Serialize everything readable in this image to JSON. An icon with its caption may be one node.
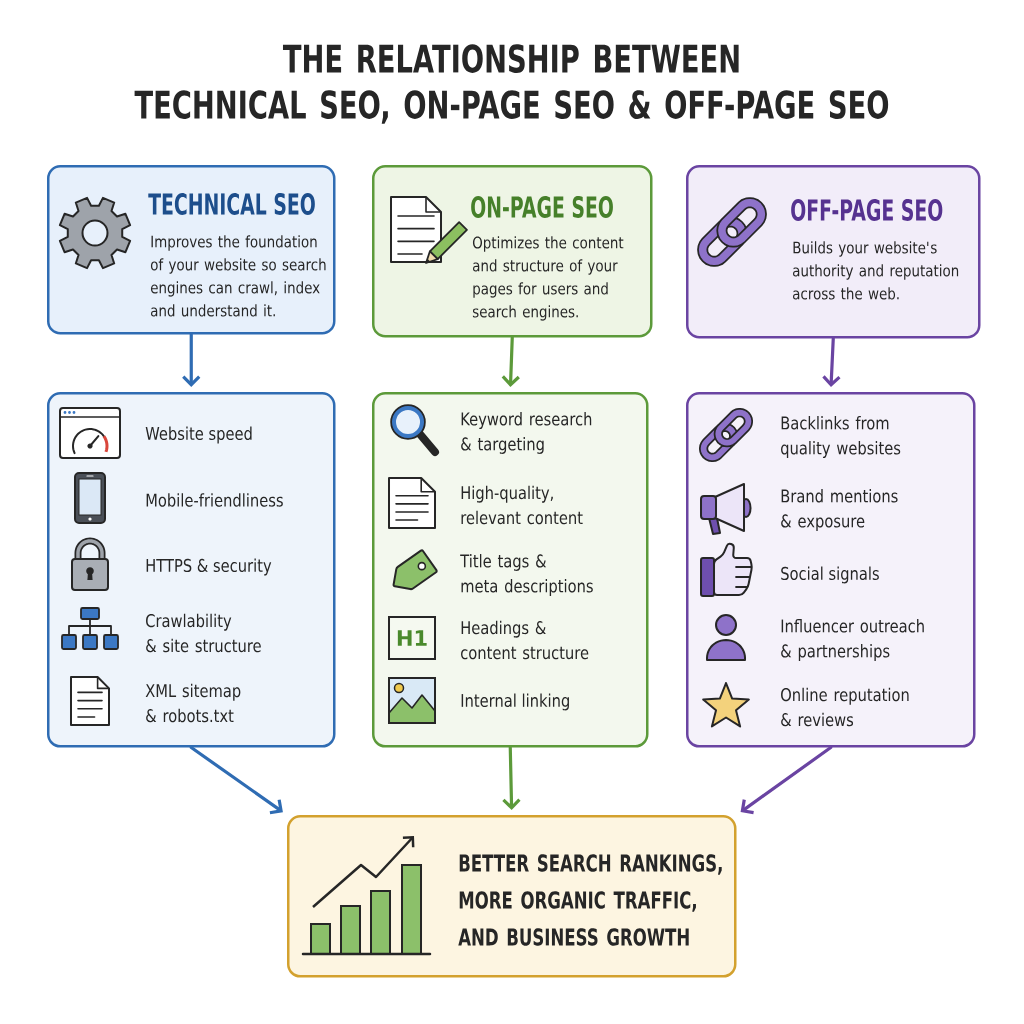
{
  "diagram": {
    "title": "THE RELATIONSHIP BETWEEN TECHNICAL SEO, ON-PAGE SEO & OFF-PAGE SEO",
    "nodes": [
      {
        "text": [
          "TECHNICAL SEO",
          "Improves the foundation of your website so search engines can crawl, index and understand it."
        ]
      },
      {
        "text": [
          "ON-PAGE SEO",
          "Optimizes the content and structure of your pages for users and search engines."
        ]
      },
      {
        "text": [
          "OFF-PAGE SEO",
          "Builds your website's authority and reputation across the web."
        ]
      },
      {
        "text": [
          "Website speed",
          "Mobile-friendliness",
          "HTTPS & security",
          "Crawlability & site structure",
          "XML sitemap & robots.txt"
        ]
      },
      {
        "text": [
          "Keyword research & targeting",
          "High-quality, relevant content",
          "Title tags & meta descriptions",
          "Headings & content structure",
          "Internal linking"
        ]
      },
      {
        "text": [
          "Backlinks from quality websites",
          "Brand mentions & exposure",
          "Social signals",
          "Influencer outreach & partnerships",
          "Online reputation & reviews"
        ]
      },
      {
        "text": [
          "BETTER SEARCH RANKINGS, MORE ORGANIC TRAFFIC, AND BUSINESS GROWTH"
        ]
      }
    ],
    "edges": [
      {
        "from": 0,
        "to": 3,
        "arrow": "to",
        "color": "#2f6cb3"
      },
      {
        "from": 1,
        "to": 4,
        "arrow": "to",
        "color": "#5c9a3a"
      },
      {
        "from": 2,
        "to": 5,
        "arrow": "to",
        "color": "#6a44a2"
      },
      {
        "from": 3,
        "to": 6,
        "arrow": "to",
        "color": "#2f6cb3"
      },
      {
        "from": 4,
        "to": 6,
        "arrow": "to",
        "color": "#5c9a3a"
      },
      {
        "from": 5,
        "to": 6,
        "arrow": "to",
        "color": "#6a44a2"
      }
    ],
    "labels": [
      "H1"
    ]
  }
}
